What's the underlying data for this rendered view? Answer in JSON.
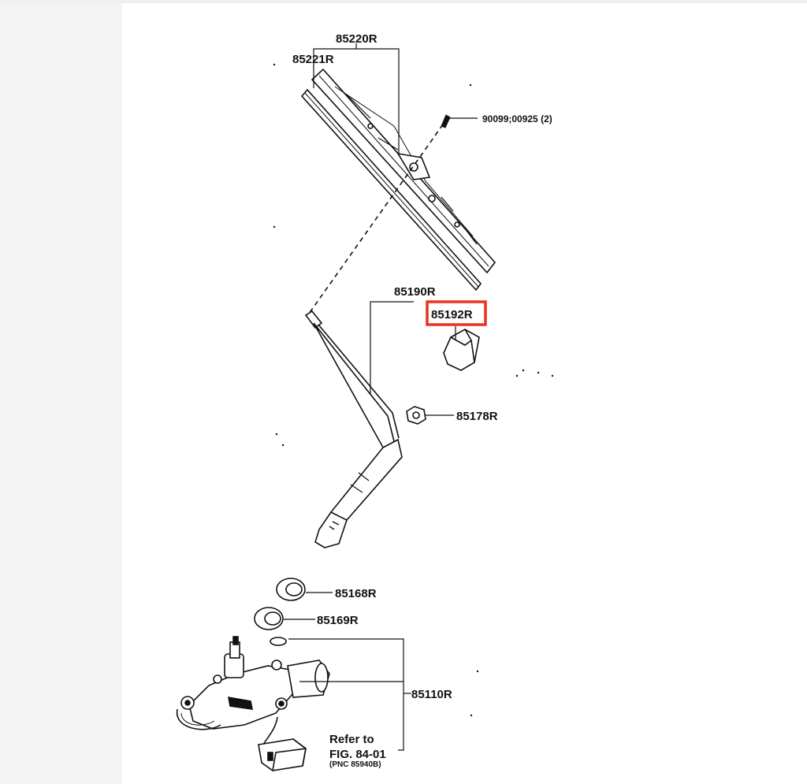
{
  "parts": {
    "blade_assembly": "85220R",
    "blade_rubber": "85221R",
    "screw": "90099;00925 (2)",
    "arm": "85190R",
    "arm_cap": "85192R",
    "nut": "85178R",
    "cap_upper": "85168R",
    "cap_lower": "85169R",
    "motor": "85110R"
  },
  "reference": {
    "line1": "Refer to",
    "line2": "FIG. 84-01",
    "line3": "(PNC 85940B)"
  },
  "highlight": {
    "part": "85192R",
    "color": "#e8321e"
  }
}
